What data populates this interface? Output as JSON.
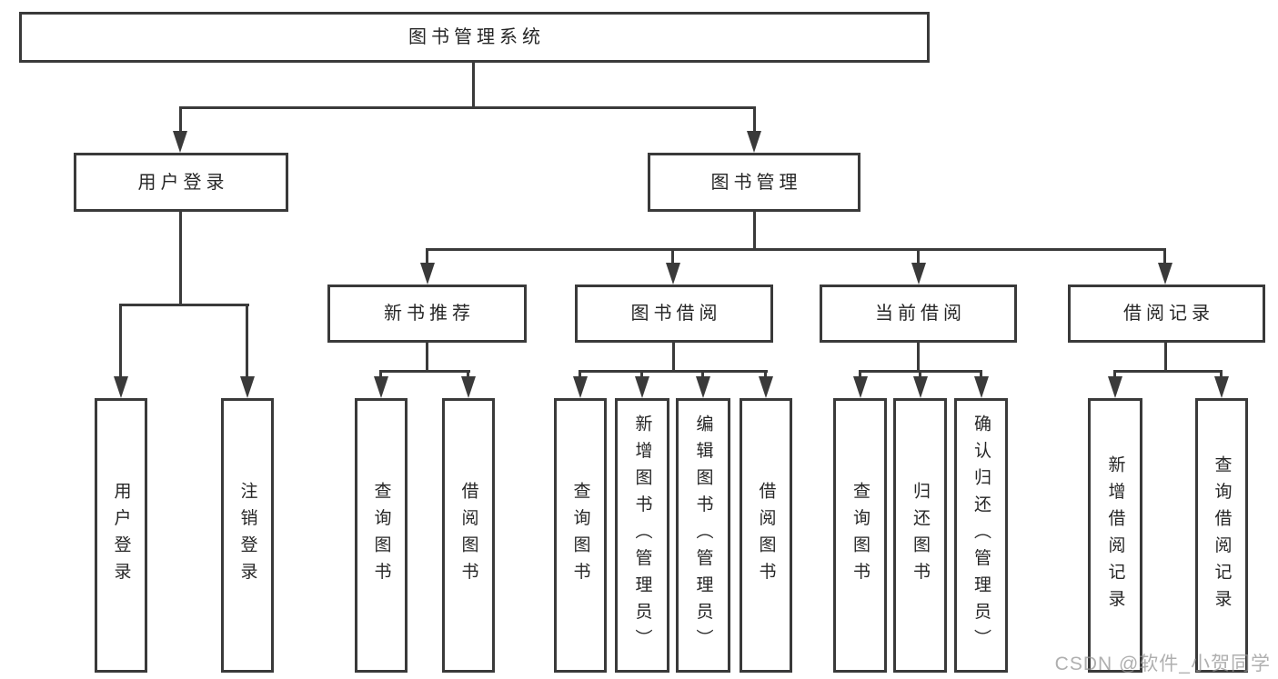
{
  "tree": {
    "label": "图书管理系统",
    "children": [
      {
        "label": "用户登录",
        "children": [
          {
            "label": "用户登录"
          },
          {
            "label": "注销登录"
          }
        ]
      },
      {
        "label": "图书管理",
        "children": [
          {
            "label": "新书推荐",
            "children": [
              {
                "label": "查询图书"
              },
              {
                "label": "借阅图书"
              }
            ]
          },
          {
            "label": "图书借阅",
            "children": [
              {
                "label": "查询图书"
              },
              {
                "label": "新增图书（管理员）"
              },
              {
                "label": "编辑图书（管理员）"
              },
              {
                "label": "借阅图书"
              }
            ]
          },
          {
            "label": "当前借阅",
            "children": [
              {
                "label": "查询图书"
              },
              {
                "label": "归还图书"
              },
              {
                "label": "确认归还（管理员）"
              }
            ]
          },
          {
            "label": "借阅记录",
            "children": [
              {
                "label": "新增借阅记录"
              },
              {
                "label": "查询借阅记录"
              }
            ]
          }
        ]
      }
    ]
  },
  "watermark": {
    "text": "CSDN @软件_小贺同学"
  },
  "colors": {
    "line": "#3a3a3a",
    "box_border": "#3a3a3a",
    "text": "#262626",
    "background": "#ffffff",
    "watermark": "#949494"
  }
}
